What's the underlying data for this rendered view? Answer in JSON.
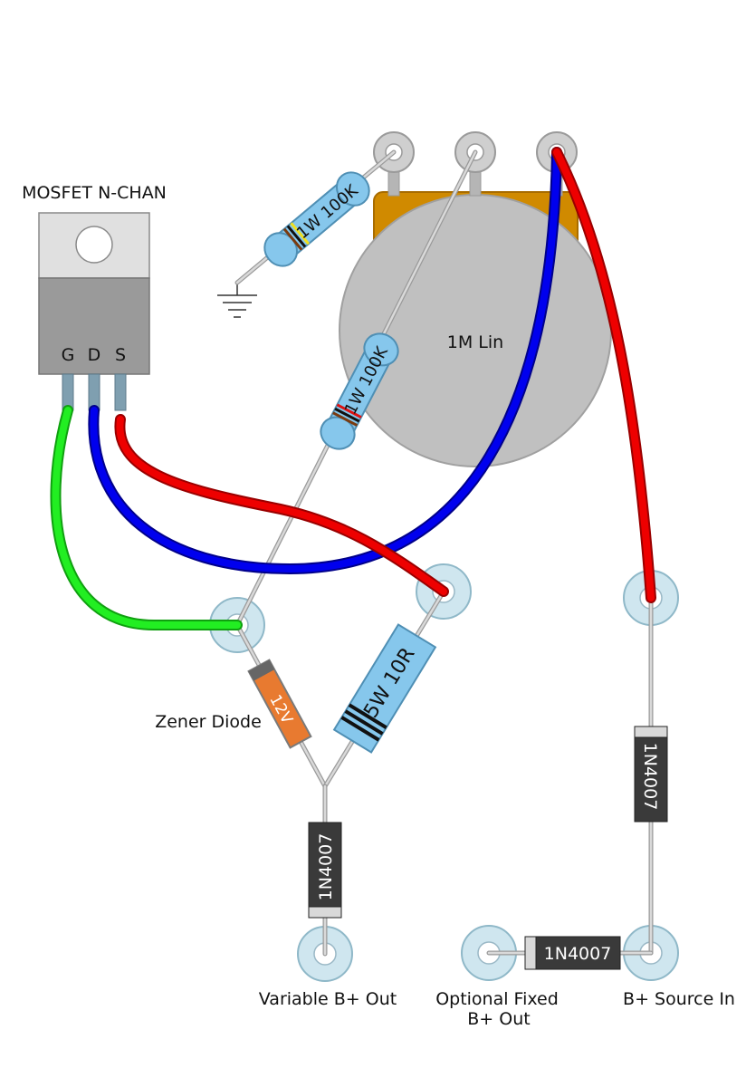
{
  "mosfet": {
    "label": "MOSFET N-CHAN",
    "pins": [
      "G",
      "D",
      "S"
    ]
  },
  "potentiometer": {
    "label": "1M Lin"
  },
  "resistors": {
    "ground_resistor": "1W 100K",
    "pot_resistor": "1W 100K",
    "power_resistor": "5W 10R"
  },
  "zener": {
    "body_text": "12V",
    "label": "Zener Diode"
  },
  "diodes": {
    "output_diode": "1N4007",
    "source_diode": "1N4007",
    "fixed_diode": "1N4007"
  },
  "terminals": {
    "variable_out": "Variable B+ Out",
    "fixed_out_line1": "Optional Fixed",
    "fixed_out_line2": "B+ Out",
    "source_in": "B+ Source In"
  },
  "colors": {
    "gate_wire": "#22ee22",
    "drain_wire": "#0000ee",
    "source_wire": "#ee0000",
    "pot_body": "#c0c0c0",
    "pot_bushing": "#d08a00",
    "resistor_body": "#86c7ec",
    "zener_body": "#e87a30",
    "diode_body": "#3a3a3a"
  }
}
